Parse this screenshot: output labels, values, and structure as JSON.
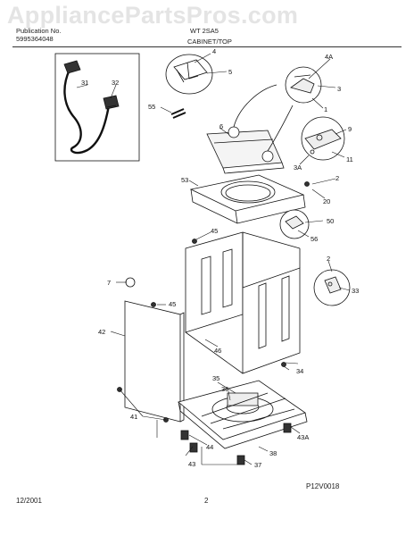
{
  "header": {
    "watermark": "AppliancePartsPros.com",
    "publication_label": "Publication No.",
    "publication_number": "5995364048",
    "model": "WT 2SA5",
    "section": "CABINET/TOP"
  },
  "footer": {
    "date": "12/2001",
    "page": "2",
    "figure_code": "P12V0018"
  },
  "callouts": {
    "c31": "31",
    "c32": "32",
    "c4": "4",
    "c5": "5",
    "c4A": "4A",
    "c3": "3",
    "c55": "55",
    "c6": "6",
    "c1": "1",
    "c9": "9",
    "c11": "11",
    "c3A": "3A",
    "c53": "53",
    "c2a": "2",
    "c20": "20",
    "c50": "50",
    "c56": "56",
    "c45a": "45",
    "c2b": "2",
    "c7": "7",
    "c33": "33",
    "c45b": "45",
    "c42": "42",
    "c46": "46",
    "c34": "34",
    "c35": "35",
    "c36": "36",
    "c41": "41",
    "c43A": "43A",
    "c44": "44",
    "c38": "38",
    "c43": "43",
    "c37": "37"
  }
}
